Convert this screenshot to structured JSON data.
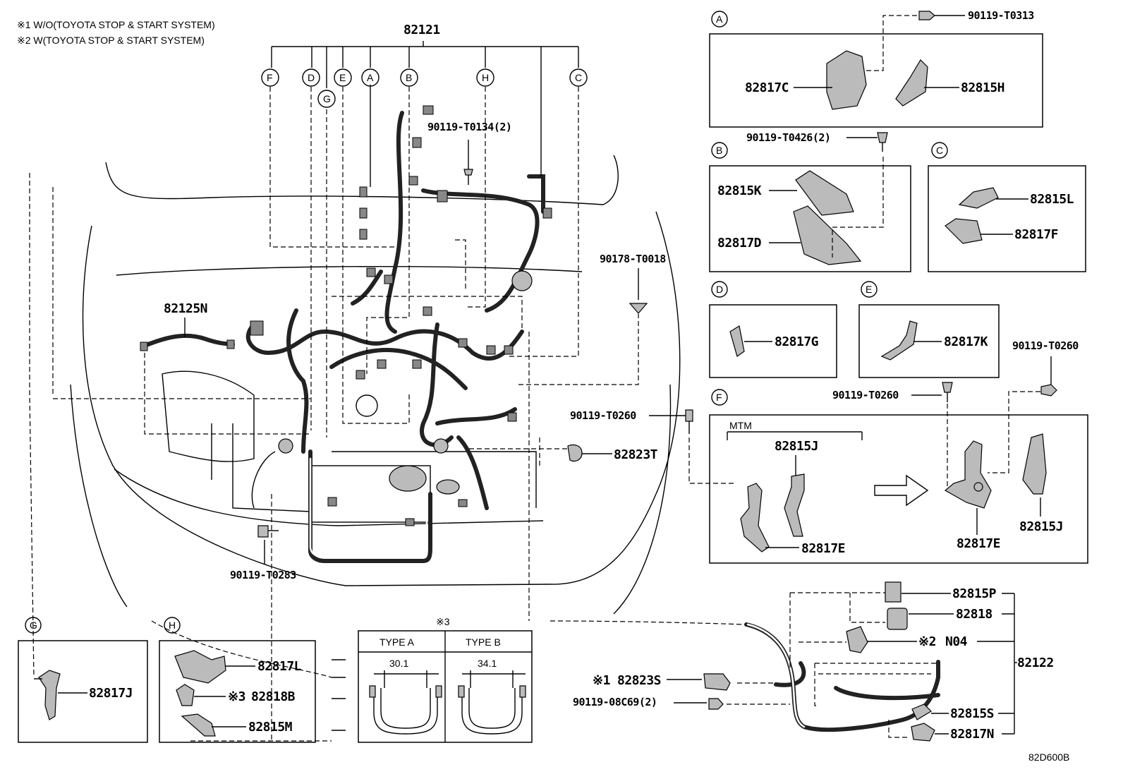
{
  "notes": {
    "n1": "※1 W/O(TOYOTA STOP & START SYSTEM)",
    "n2": "※2 W(TOYOTA STOP & START SYSTEM)"
  },
  "main_labels": {
    "harness": "82121",
    "sub_harness": "82125N",
    "bolt_t0134": "90119-T0134(2)",
    "clip_t0018": "90178-T0018",
    "bolt_t0260_main": "90119-T0260",
    "bracket_82823t": "82823T",
    "bolt_t0283": "90119-T0283"
  },
  "callouts": [
    "F",
    "D",
    "G",
    "E",
    "A",
    "B",
    "H",
    "C"
  ],
  "section_a": {
    "letter": "A",
    "bolt": "90119-T0313",
    "left_part": "82817C",
    "right_part": "82815H",
    "bolt_below": "90119-T0426(2)"
  },
  "section_b": {
    "letter": "B",
    "upper": "82815K",
    "lower": "82817D"
  },
  "section_c": {
    "letter": "C",
    "upper": "82815L",
    "lower": "82817F"
  },
  "section_d": {
    "letter": "D",
    "part": "82817G"
  },
  "section_e": {
    "letter": "E",
    "part": "82817K",
    "bolt_right": "90119-T0260",
    "bolt_below": "90119-T0260"
  },
  "section_f": {
    "letter": "F",
    "mtm": "MTM",
    "mtm_upper": "82815J",
    "mtm_lower": "82817E",
    "right_lower": "82817E",
    "right_upper": "82815J"
  },
  "section_g": {
    "letter": "G",
    "part": "82817J"
  },
  "section_h": {
    "letter": "H",
    "p1": "82817L",
    "p2_mark": "※3",
    "p2": "82818B",
    "p3": "82815M"
  },
  "section_3": {
    "mark": "※3",
    "type_a": "TYPE A",
    "type_b": "TYPE B",
    "dim_a": "30.1",
    "dim_b": "34.1"
  },
  "sub_harness_block": {
    "p1": "82815P",
    "p2": "82818",
    "p3_mark": "※2",
    "p3": "N04",
    "assembly": "82122",
    "p4_mark": "※1",
    "p4": "82823S",
    "p5": "90119-08C69(2)",
    "p6": "82815S",
    "p7": "82817N"
  },
  "diagram_code": "82D600B"
}
